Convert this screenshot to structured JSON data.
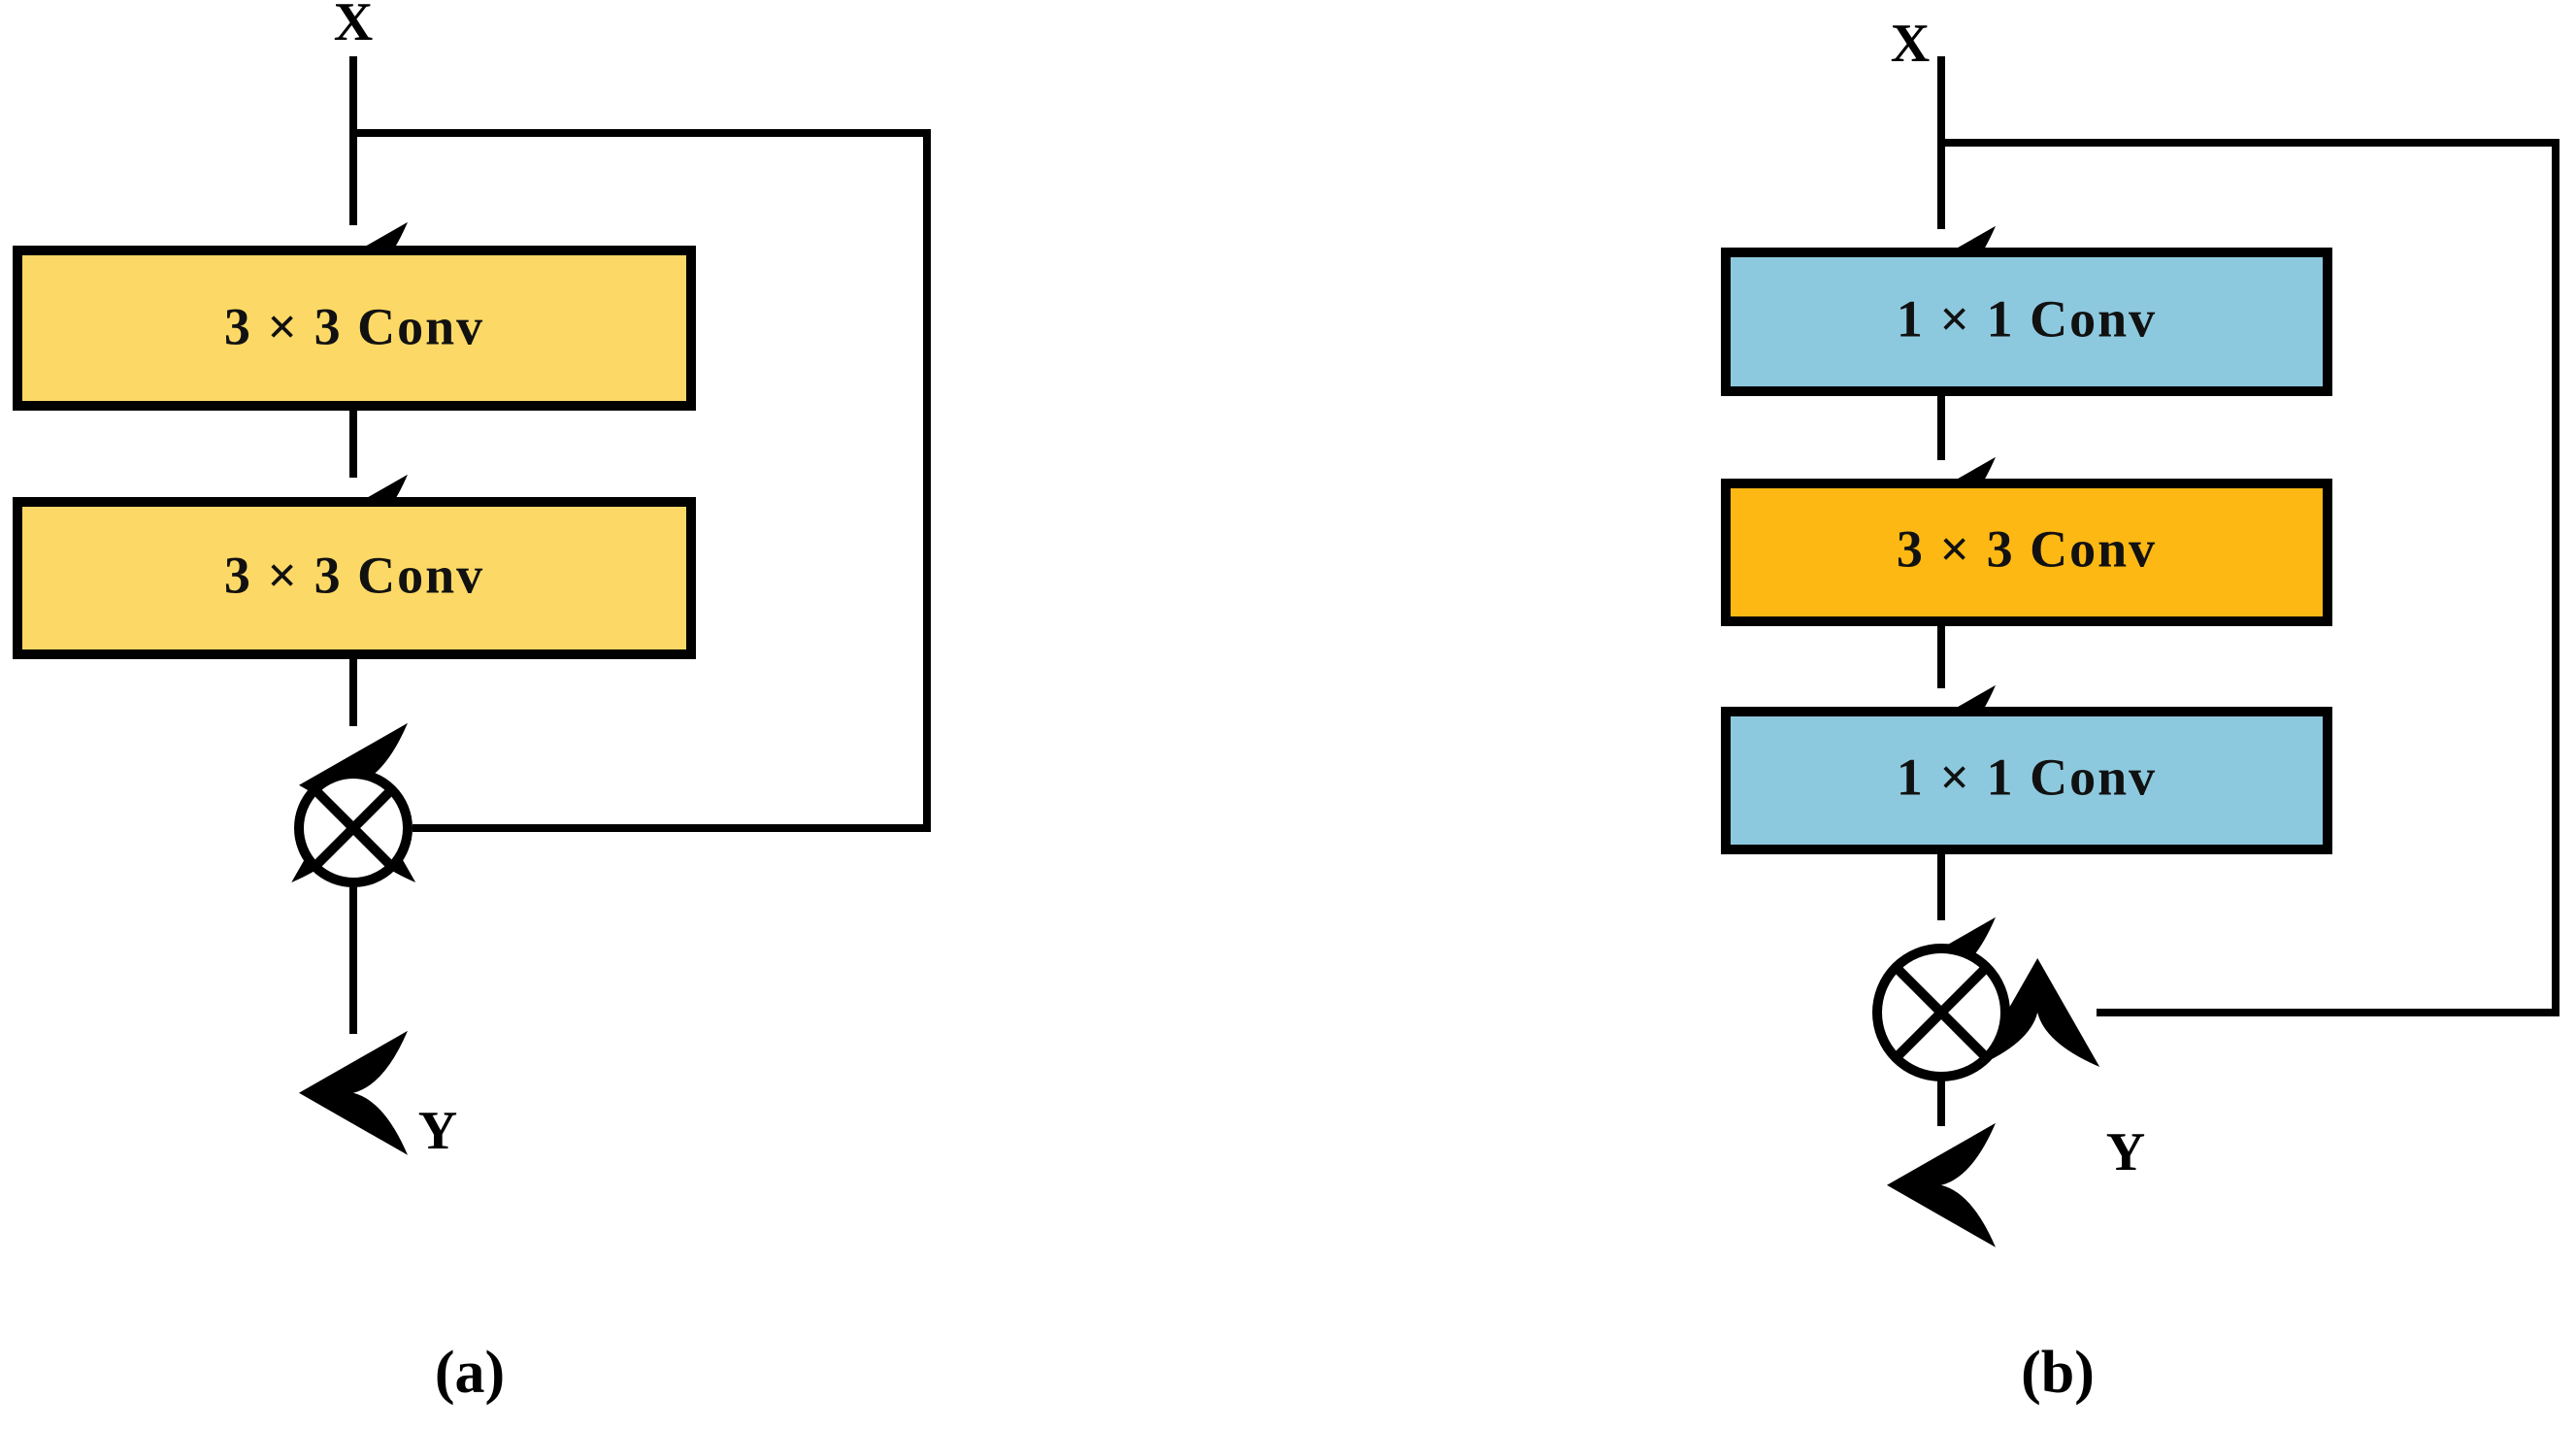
{
  "figure": {
    "type": "diagram",
    "description": "Residual block architectures",
    "background": "#ffffff",
    "line_color": "#000000"
  },
  "colors": {
    "yellow_light": "#FCD966",
    "orange": "#FDB813",
    "blue_light": "#8DC9DE",
    "stroke": "#000000",
    "text": "#000000"
  },
  "panels": [
    {
      "id": "a",
      "caption": "(a)",
      "input_label": "X",
      "output_label": "Y",
      "merge_symbol": "⊗",
      "merge_name": "element-wise-merge",
      "blocks": [
        {
          "label": "3 × 3 Conv",
          "fill": "#FCD966"
        },
        {
          "label": "3 × 3 Conv",
          "fill": "#FCD966"
        }
      ],
      "skip_connection": true
    },
    {
      "id": "b",
      "caption": "(b)",
      "input_label": "X",
      "output_label": "Y",
      "merge_symbol": "⊗",
      "merge_name": "element-wise-merge",
      "blocks": [
        {
          "label": "1 × 1 Conv",
          "fill": "#8DC9DE"
        },
        {
          "label": "3 × 3 Conv",
          "fill": "#FDB813"
        },
        {
          "label": "1 × 1 Conv",
          "fill": "#8DC9DE"
        }
      ],
      "skip_connection": true
    }
  ]
}
